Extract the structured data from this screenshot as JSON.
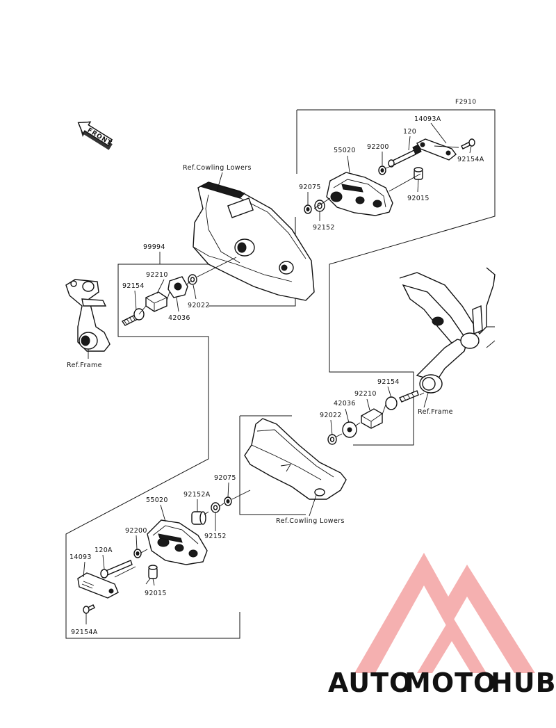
{
  "figure_code": "F2910",
  "front_marker": "FRONT",
  "refs": {
    "cowling_top": "Ref.Cowling Lowers",
    "cowling_bottom": "Ref.Cowling Lowers",
    "frame_left": "Ref.Frame",
    "frame_right": "Ref.Frame"
  },
  "parts_top": {
    "p14093A": "14093A",
    "p120": "120",
    "p55020": "55020",
    "p92200": "92200",
    "p92154A": "92154A",
    "p92075": "92075",
    "p92015": "92015",
    "p92152": "92152",
    "p99994": "99994",
    "p92210": "92210",
    "p92154": "92154",
    "p92022": "92022",
    "p42036": "42036"
  },
  "parts_bottom": {
    "p92154": "92154",
    "p92210": "92210",
    "p42036": "42036",
    "p92022": "92022",
    "p92075": "92075",
    "p92152A": "92152A",
    "p55020": "55020",
    "p92200": "92200",
    "p92152": "92152",
    "p120A": "120A",
    "p14093": "14093",
    "p92015": "92015",
    "p92154A": "92154A"
  },
  "watermark": {
    "part1": "AUTO",
    "part2": "MOTO",
    "part3": "HUB",
    "color1": "#f6c99a",
    "color2": "#f2a09b",
    "color3": "#7a7a7a",
    "logo_color": "#f4a3a3"
  }
}
